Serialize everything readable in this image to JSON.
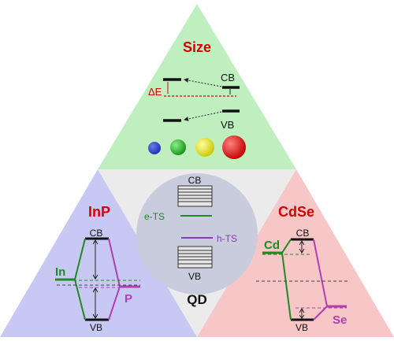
{
  "size_panel": {
    "title": "Size",
    "cb_label": "CB",
    "vb_label": "VB",
    "delta_label": "ΔE",
    "colors": {
      "fill": "#bfefbf",
      "title": "#d40000",
      "delta": "#d40000"
    },
    "spheres": [
      {
        "name": "blue",
        "color": "#1f2fb0"
      },
      {
        "name": "green",
        "color": "#22b022"
      },
      {
        "name": "yellow",
        "color": "#e8e800"
      },
      {
        "name": "red",
        "color": "#e00000"
      }
    ]
  },
  "inp_panel": {
    "title": "InP",
    "cb_label": "CB",
    "vb_label": "VB",
    "in_label": "In",
    "p_label": "P",
    "colors": {
      "fill": "#c8c8f4",
      "title": "#d40000",
      "in": "#1f8a1f",
      "p": "#b040b0"
    }
  },
  "cdse_panel": {
    "title": "CdSe",
    "cb_label": "CB",
    "vb_label": "VB",
    "cd_label": "Cd",
    "se_label": "Se",
    "colors": {
      "fill": "#f7c6c6",
      "title": "#d40000",
      "cd": "#1f8a1f",
      "se": "#b040b0"
    }
  },
  "qd_panel": {
    "label": "QD",
    "cb_label": "CB",
    "vb_label": "VB",
    "ets_label": "e-TS",
    "hts_label": "h-TS",
    "colors": {
      "circle": "#c8ccdc",
      "ets": "#1f8a1f",
      "hts": "#8040b0"
    }
  }
}
